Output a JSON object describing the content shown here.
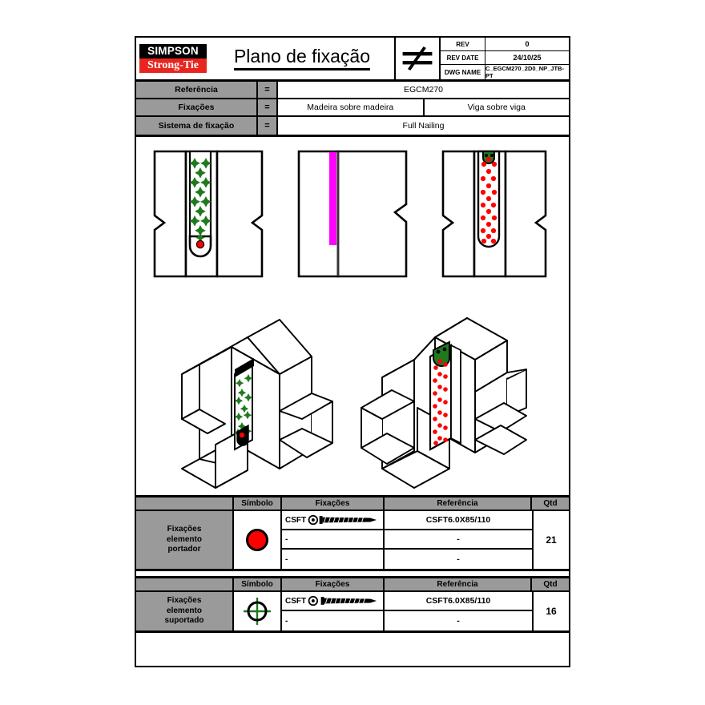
{
  "titleblock": {
    "logo_line1": "SIMPSON",
    "logo_line2": "Strong-Tie",
    "title": "Plano de fixação",
    "neq_icon": "not-equal-icon",
    "rev_label": "REV",
    "rev_value": "0",
    "rev_date_label": "REV DATE",
    "rev_date_value": "24/10/25",
    "dwg_name_label": "DWG NAME",
    "dwg_name_value": "C_EGCM270_2D0_NP_JTB-PT"
  },
  "info": {
    "rows": [
      {
        "label": "Referência",
        "eq": "=",
        "values": [
          "EGCM270"
        ]
      },
      {
        "label": "Fixações",
        "eq": "=",
        "values": [
          "Madeira sobre madeira",
          "Viga sobre viga"
        ]
      },
      {
        "label": "Sistema de fixação",
        "eq": "=",
        "values": [
          "Full Nailing"
        ]
      }
    ]
  },
  "colors": {
    "header_gray": "#9a9a9a",
    "carrier_red": "#ff0000",
    "supported_green": "#1f7a1f",
    "highlight_magenta": "#ff00ff",
    "brand_red": "#e8251f",
    "line_black": "#000000"
  },
  "drawing": {
    "views_2d": [
      {
        "name": "front-view-supported",
        "symbol_color": "#1f7a1f",
        "symbol_type": "green-cross",
        "symbol_count": 16,
        "accent": "red-dot-bottom"
      },
      {
        "name": "side-section-view",
        "symbol_color": "#ff00ff",
        "symbol_type": "magenta-strip",
        "symbol_count": 0,
        "accent": "none"
      },
      {
        "name": "front-view-carrier",
        "symbol_color": "#ff0000",
        "symbol_type": "red-dot",
        "symbol_count": 21,
        "accent": "green-symbol-top"
      }
    ],
    "views_3d": [
      {
        "name": "isometric-supported",
        "symbol_color": "#1f7a1f",
        "symbol_type": "green-cross"
      },
      {
        "name": "isometric-carrier",
        "symbol_color": "#ff0000",
        "symbol_type": "red-dot"
      }
    ]
  },
  "legend": {
    "headers": {
      "symbol": "Símbolo",
      "fixings": "Fixações",
      "reference": "Referência",
      "qty": "Qtd"
    },
    "tables": [
      {
        "category": "Fixações elemento portador",
        "category_lines": [
          "Fixações",
          "elemento",
          "portador"
        ],
        "symbol": "red-filled-circle",
        "symbol_color": "#ff0000",
        "qty": "21",
        "rows": [
          {
            "fixing": "CSFT",
            "has_screw_icon": true,
            "reference": "CSFT6.0X85/110"
          },
          {
            "fixing": "-",
            "has_screw_icon": false,
            "reference": "-"
          },
          {
            "fixing": "-",
            "has_screw_icon": false,
            "reference": "-"
          }
        ]
      },
      {
        "category": "Fixações elemento suportado",
        "category_lines": [
          "Fixações",
          "elemento",
          "suportado"
        ],
        "symbol": "green-crosshair-circle",
        "symbol_color": "#1f7a1f",
        "qty": "16",
        "rows": [
          {
            "fixing": "CSFT",
            "has_screw_icon": true,
            "reference": "CSFT6.0X85/110"
          },
          {
            "fixing": "-",
            "has_screw_icon": false,
            "reference": "-"
          }
        ]
      }
    ]
  }
}
